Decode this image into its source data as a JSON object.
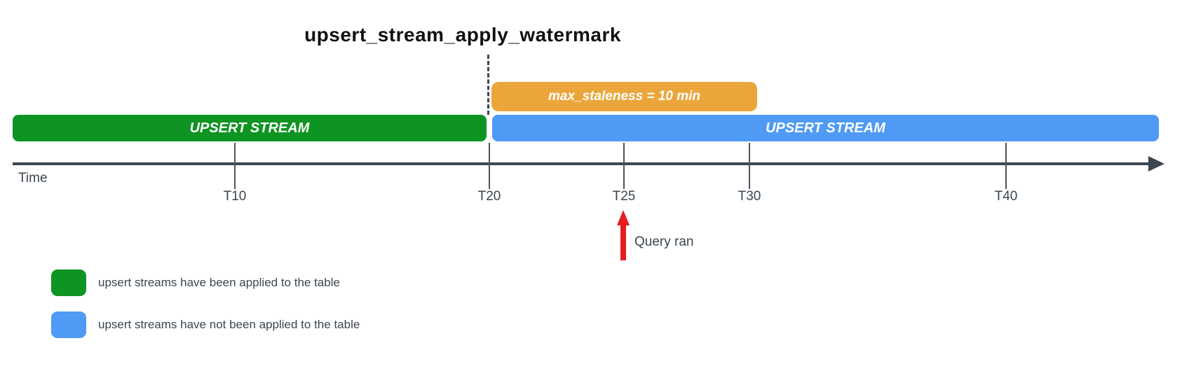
{
  "colors": {
    "green": "#0e9422",
    "blue": "#4e9af5",
    "orange": "#eba63b",
    "red": "#e61e1e",
    "axis": "#3c4650",
    "text": "#3c4650"
  },
  "title": "upsert_stream_apply_watermark",
  "bars": {
    "staleness_label": "max_staleness = 10 min",
    "applied_label": "UPSERT STREAM",
    "not_applied_label": "UPSERT STREAM"
  },
  "timeline": {
    "axis_label": "Time",
    "ticks": [
      {
        "label": "T10"
      },
      {
        "label": "T20"
      },
      {
        "label": "T25"
      },
      {
        "label": "T30"
      },
      {
        "label": "T40"
      }
    ]
  },
  "annotation": {
    "query_ran_label": "Query ran"
  },
  "legend": [
    {
      "swatch_color": "green",
      "label": "upsert streams have been applied to the table"
    },
    {
      "swatch_color": "blue",
      "label": "upsert streams have not been applied to the table"
    }
  ]
}
